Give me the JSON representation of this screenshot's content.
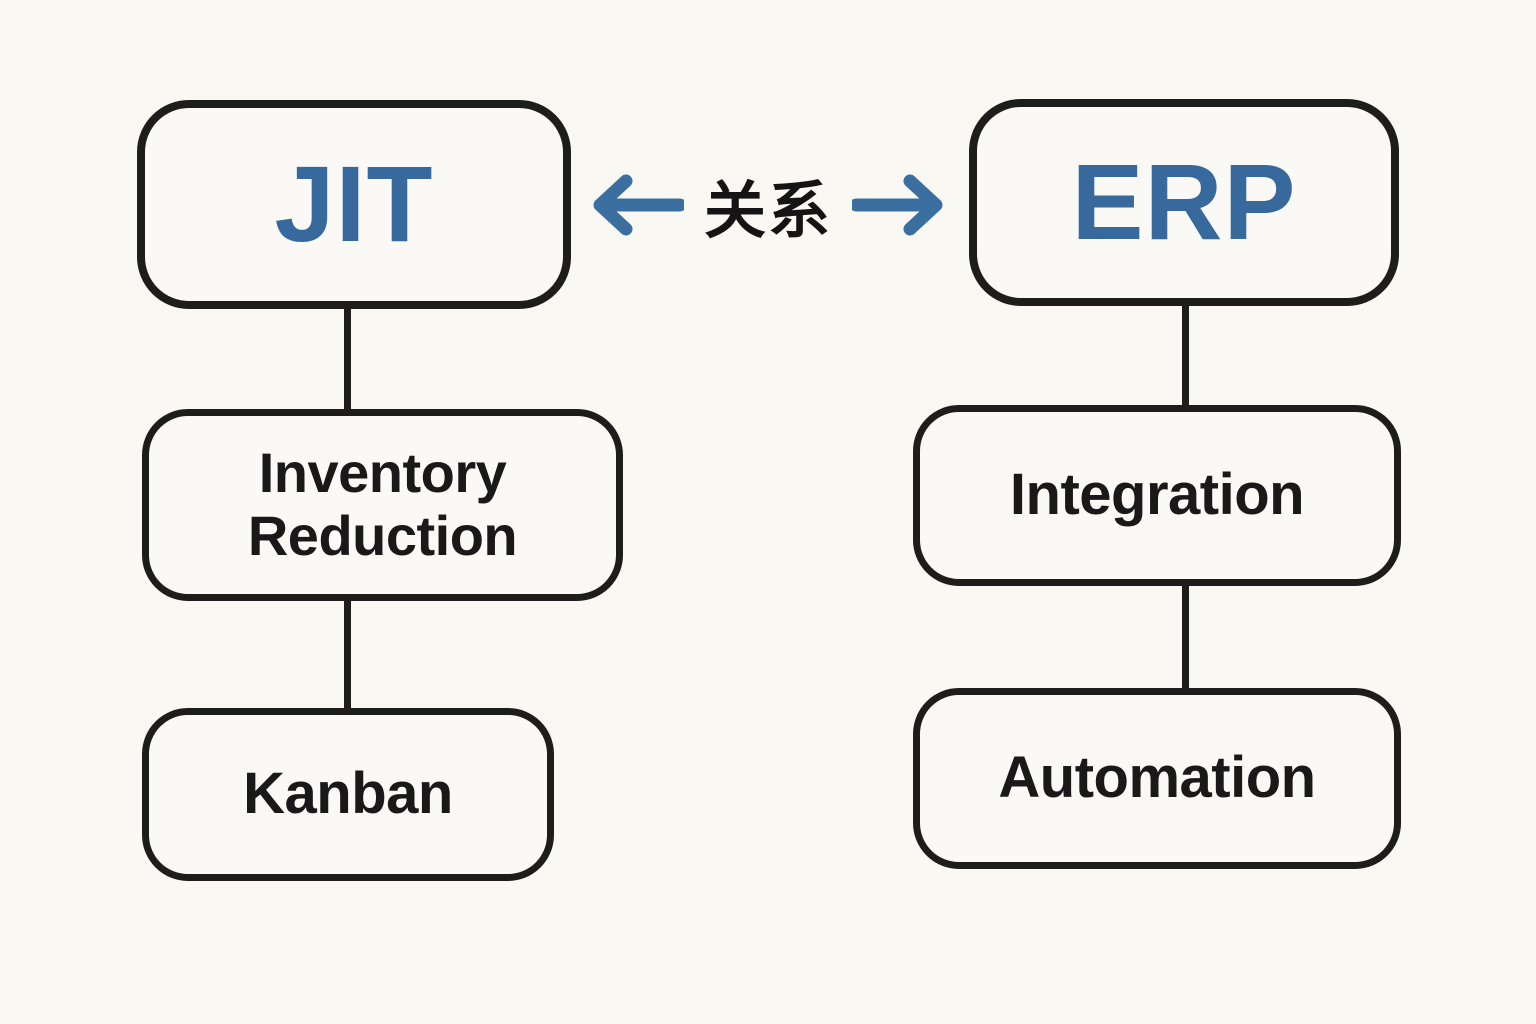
{
  "diagram": {
    "type": "concept-map",
    "background_color": "#faf8f3",
    "accent_color": "#37699c",
    "outline_color": "#1d1d1b",
    "text_color": "#19191a",
    "left_branch": {
      "root": {
        "label": "JIT"
      },
      "children": [
        {
          "label": "Inventory Reduction",
          "line1": "Inventory",
          "line2": "Reduction"
        },
        {
          "label": "Kanban"
        }
      ]
    },
    "right_branch": {
      "root": {
        "label": "ERP"
      },
      "children": [
        {
          "label": "Integration"
        },
        {
          "label": "Automation"
        }
      ]
    },
    "relation": {
      "label": "关系",
      "left_arrow": "arrow-left-icon",
      "right_arrow": "arrow-right-icon",
      "arrow_color": "#3a6f9f"
    }
  }
}
